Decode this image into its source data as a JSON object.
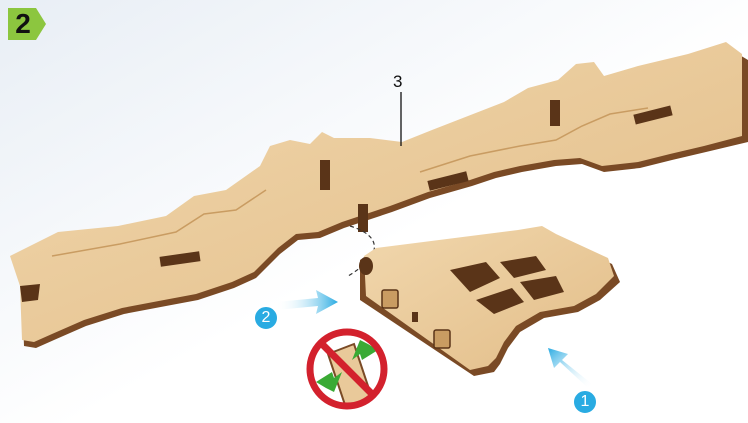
{
  "step": {
    "number": "2",
    "badge_color": "#8cc63f"
  },
  "parts": {
    "label": "3"
  },
  "arrows": [
    {
      "number": "1",
      "color": "#29abe2"
    },
    {
      "number": "2",
      "color": "#29abe2"
    }
  ],
  "warning": {
    "icon": "no-glue-prohibition-icon",
    "ring_color": "#d3212d"
  },
  "colors": {
    "wood_face": "#e9c99a",
    "wood_edge": "#7a4a25",
    "wood_dark": "#5a3418"
  }
}
